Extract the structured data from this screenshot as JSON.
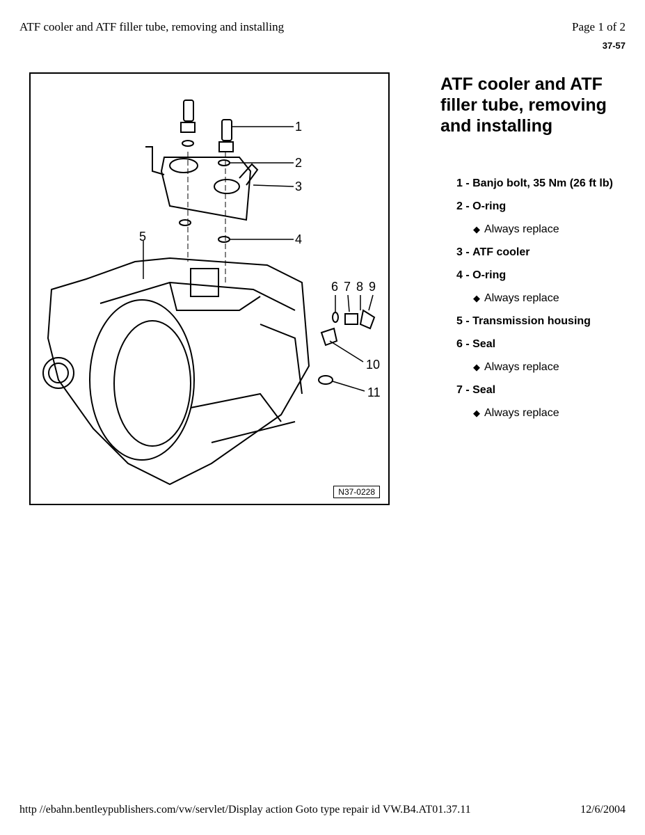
{
  "header": {
    "title": "ATF cooler and ATF filler tube, removing and installing",
    "page": "Page 1 of 2",
    "section_number": "37-57"
  },
  "figure": {
    "id_label": "N37-0228",
    "callouts": [
      "1",
      "2",
      "3",
      "4",
      "5",
      "6",
      "7",
      "8",
      "9",
      "10",
      "11"
    ]
  },
  "heading": "ATF cooler and ATF filler tube, removing and installing",
  "parts": [
    {
      "num": "1 -",
      "label": "Banjo bolt, 35 Nm (26 ft lb)"
    },
    {
      "num": "2 -",
      "label": "O-ring",
      "note": "Always replace"
    },
    {
      "num": "3 -",
      "label": "ATF cooler"
    },
    {
      "num": "4 -",
      "label": "O-ring",
      "note": "Always replace"
    },
    {
      "num": "5 -",
      "label": "Transmission housing"
    },
    {
      "num": "6 -",
      "label": "Seal",
      "note": "Always replace"
    },
    {
      "num": "7 -",
      "label": "Seal",
      "note": "Always replace"
    }
  ],
  "bullet_icon": "diamond-bullet-icon",
  "footer": {
    "url": "http //ebahn.bentleypublishers.com/vw/servlet/Display action Goto type repair id VW.B4.AT01.37.11",
    "date": "12/6/2004"
  }
}
